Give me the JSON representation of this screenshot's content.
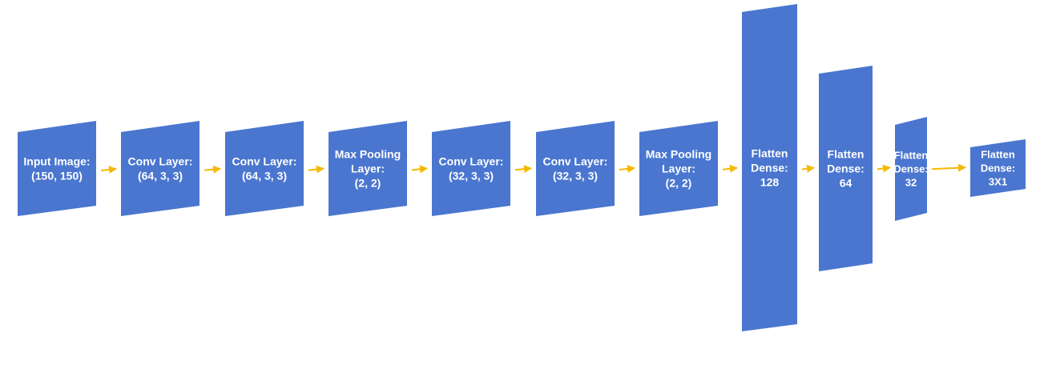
{
  "colors": {
    "block_fill": "#4A76CF",
    "arrow": "#F5B800",
    "text": "#FFFFFF",
    "background": "#FFFFFF"
  },
  "layers": [
    {
      "name": "input-image",
      "lines": [
        "Input Image:",
        "(150, 150)"
      ]
    },
    {
      "name": "conv-layer-1",
      "lines": [
        "Conv Layer:",
        "(64, 3, 3)"
      ]
    },
    {
      "name": "conv-layer-2",
      "lines": [
        "Conv Layer:",
        "(64, 3, 3)"
      ]
    },
    {
      "name": "max-pooling-layer-1",
      "lines": [
        "Max Pooling",
        "Layer:",
        "(2, 2)"
      ]
    },
    {
      "name": "conv-layer-3",
      "lines": [
        "Conv Layer:",
        "(32, 3, 3)"
      ]
    },
    {
      "name": "conv-layer-4",
      "lines": [
        "Conv Layer:",
        "(32, 3, 3)"
      ]
    },
    {
      "name": "max-pooling-layer-2",
      "lines": [
        "Max Pooling",
        "Layer:",
        "(2, 2)"
      ]
    },
    {
      "name": "flatten-dense-128",
      "lines": [
        "Flatten",
        "Dense:",
        "128"
      ]
    },
    {
      "name": "flatten-dense-64",
      "lines": [
        "Flatten",
        "Dense:",
        "64"
      ]
    },
    {
      "name": "flatten-dense-32",
      "lines": [
        "Flatten",
        "Dense:",
        "32"
      ]
    },
    {
      "name": "flatten-dense-3x1",
      "lines": [
        "Flatten",
        "Dense:",
        "3X1"
      ]
    }
  ]
}
